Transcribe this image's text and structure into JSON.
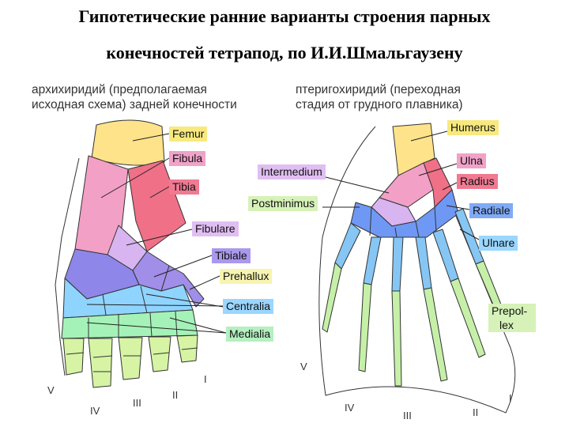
{
  "title": {
    "line1": "Гипотетические ранние варианты строения парных",
    "line2": "конечностей тетрапод, по И.И.Шмальгаузену"
  },
  "left": {
    "caption1": "архихиридий (предполагаемая",
    "caption2": "исходная схема) задней конечности",
    "labels": {
      "femur": "Femur",
      "fibula": "Fibula",
      "tibia": "Tibia",
      "fibulare": "Fibulare",
      "tibiale": "Tibiale",
      "prehallux": "Prehallux",
      "centralia": "Centralia",
      "medialia": "Medialia"
    },
    "digits": [
      "V",
      "IV",
      "III",
      "II",
      "I"
    ]
  },
  "right": {
    "caption1": "птеригохиридий (переходная",
    "caption2": "стадия от грудного плавника)",
    "labels": {
      "humerus": "Humerus",
      "intermedium": "Intermedium",
      "ulna": "Ulna",
      "radius": "Radius",
      "postminimus": "Postminimus",
      "radiale": "Radiale",
      "ulnare": "Ulnare",
      "prepollex1": "Prepol-",
      "prepollex2": "lex"
    },
    "digits": [
      "V",
      "IV",
      "III",
      "II",
      "I"
    ]
  },
  "colors": {
    "femur": "#ffe38a",
    "fibula": "#f3a0c6",
    "tibia": "#f07088",
    "fibulare": "#d8b4f0",
    "tibiale": "#a08ee8",
    "proximal_dark": "#8e86e8",
    "centralia": "#8fd4ff",
    "medialia": "#a5f2b8",
    "digits": "#d6f4a4",
    "radiale": "#6f98f4",
    "rays": "#86c6f4",
    "phalanx": "#c6f0a8",
    "label_yellow": "#f7e97e",
    "label_pink": "#f0a2c8",
    "label_red": "#f07a92",
    "label_lilac": "#e0bef2",
    "label_violet": "#aa98ec",
    "label_lightyellow": "#f6f4b0",
    "label_cyan": "#9ad6ff",
    "label_blue": "#80aaf6",
    "label_green": "#b4f0c0",
    "label_lightgreen": "#d6f2b8"
  }
}
